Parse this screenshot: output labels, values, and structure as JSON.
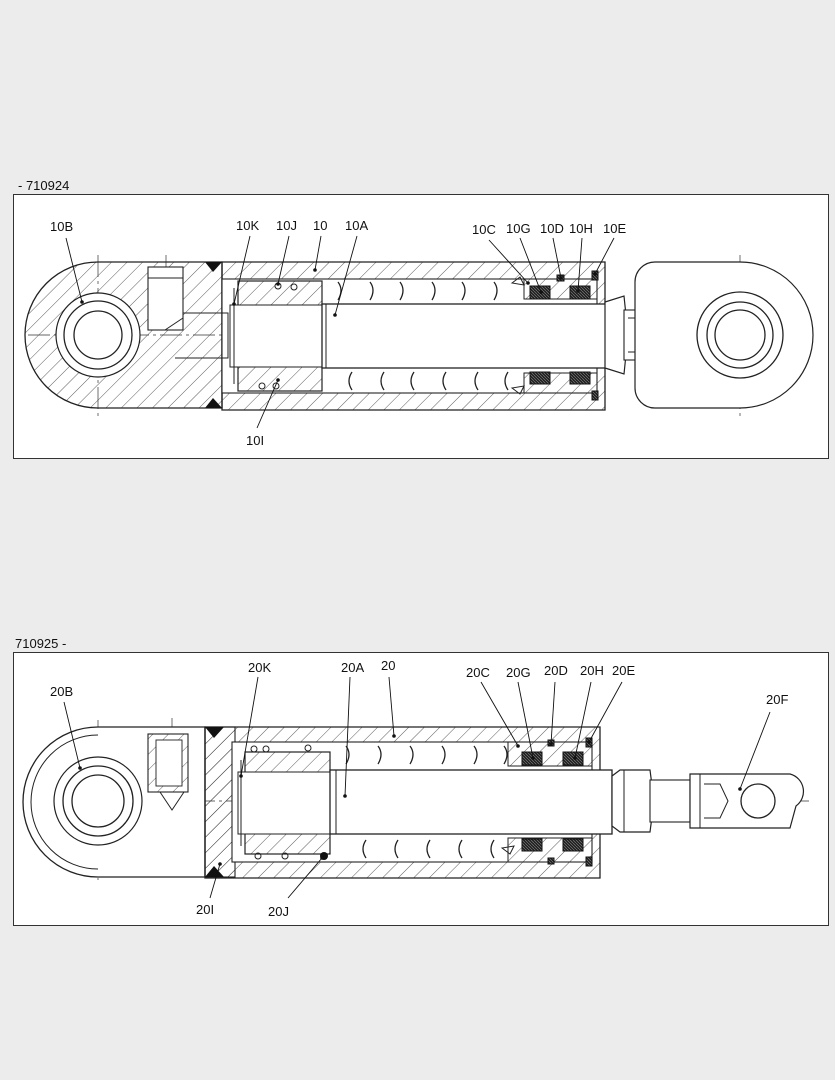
{
  "top": {
    "serial_range": "- 710924",
    "labels": {
      "l10B": "10B",
      "l10K": "10K",
      "l10J": "10J",
      "l10": "10",
      "l10A": "10A",
      "l10C": "10C",
      "l10G": "10G",
      "l10D": "10D",
      "l10H": "10H",
      "l10E": "10E",
      "l10I": "10I"
    }
  },
  "bottom": {
    "serial_range": "710925 -",
    "labels": {
      "l20B": "20B",
      "l20K": "20K",
      "l20A": "20A",
      "l20": "20",
      "l20C": "20C",
      "l20G": "20G",
      "l20D": "20D",
      "l20H": "20H",
      "l20E": "20E",
      "l20F": "20F",
      "l20I": "20I",
      "l20J": "20J"
    }
  }
}
